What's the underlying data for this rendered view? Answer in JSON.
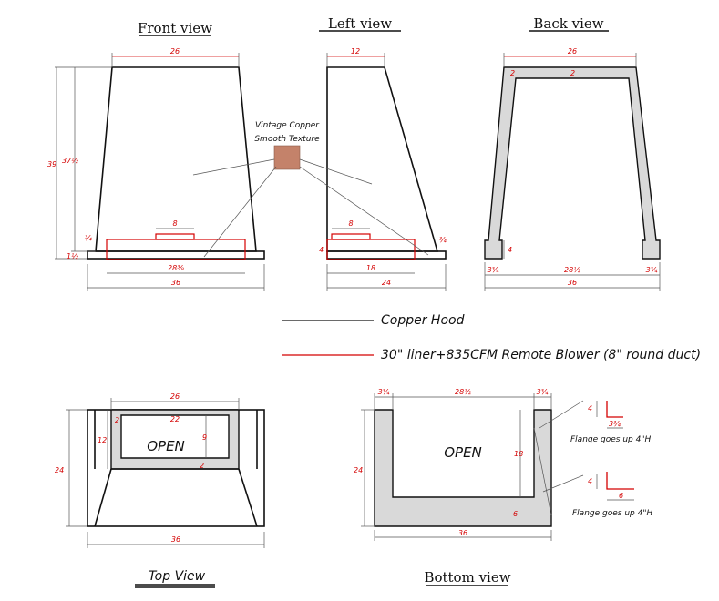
{
  "views": {
    "front": "Front view",
    "left": "Left view",
    "back": "Back view",
    "top": "Top View",
    "bottom": "Bottom view"
  },
  "material": {
    "line1": "Vintage Copper",
    "line2": "Smooth Texture",
    "swatch_color": "#c4826a"
  },
  "legend": {
    "hood": "Copper Hood",
    "liner": "30\" liner+835CFM Remote Blower (8\" round duct)",
    "hood_color": "#111111",
    "liner_color": "#d40000"
  },
  "labels": {
    "open_top": "OPEN",
    "open_bottom": "OPEN",
    "flange1": "Flange goes up 4\"H",
    "flange2": "Flange goes up 4\"H"
  },
  "dims": {
    "front": {
      "top": "26",
      "height": "39",
      "height2": "37½",
      "duct": "8",
      "liner": "28⅜",
      "base": "36",
      "lip": "¾",
      "band": "1½"
    },
    "left": {
      "top": "12",
      "duct": "8",
      "liner": "18",
      "base": "24",
      "band": "4",
      "lip": "¾"
    },
    "back": {
      "top": "26",
      "wall_l": "2",
      "wall_t": "2",
      "leg": "4",
      "left": "3¾",
      "mid": "28½",
      "right": "3¾",
      "base": "36"
    },
    "top": {
      "width": "26",
      "inner": "22",
      "wall": "2",
      "depth": "12",
      "inner_depth": "9",
      "bottom_wall": "2",
      "full_depth": "24",
      "base": "36"
    },
    "bottom": {
      "left": "3¾",
      "mid": "28½",
      "right": "3¾",
      "depth": "18",
      "wall": "6",
      "full_depth": "24",
      "base": "36"
    },
    "flange1": {
      "h": "4",
      "w": "3¾"
    },
    "flange2": {
      "h": "4",
      "w": "6"
    }
  }
}
